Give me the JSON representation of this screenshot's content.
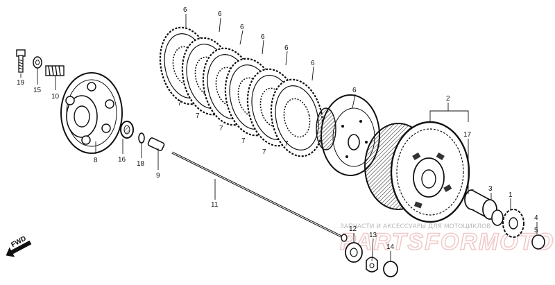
{
  "diagram": {
    "part_labels": [
      {
        "id": "p6a",
        "text": "6"
      },
      {
        "id": "p6b",
        "text": "6"
      },
      {
        "id": "p6c",
        "text": "6"
      },
      {
        "id": "p6d",
        "text": "6"
      },
      {
        "id": "p6e",
        "text": "6"
      },
      {
        "id": "p6f",
        "text": "6"
      },
      {
        "id": "p6g",
        "text": "6"
      },
      {
        "id": "p7a",
        "text": "7"
      },
      {
        "id": "p7b",
        "text": "7"
      },
      {
        "id": "p7c",
        "text": "7"
      },
      {
        "id": "p7d",
        "text": "7"
      },
      {
        "id": "p7e",
        "text": "7"
      },
      {
        "id": "p7f",
        "text": "7"
      },
      {
        "id": "p19",
        "text": "19"
      },
      {
        "id": "p15",
        "text": "15"
      },
      {
        "id": "p10",
        "text": "10"
      },
      {
        "id": "p8",
        "text": "8"
      },
      {
        "id": "p16",
        "text": "16"
      },
      {
        "id": "p18",
        "text": "18"
      },
      {
        "id": "p9",
        "text": "9"
      },
      {
        "id": "p11",
        "text": "11"
      },
      {
        "id": "p2",
        "text": "2"
      },
      {
        "id": "p17",
        "text": "17"
      },
      {
        "id": "p3",
        "text": "3"
      },
      {
        "id": "p1",
        "text": "1"
      },
      {
        "id": "p4",
        "text": "4"
      },
      {
        "id": "p5",
        "text": "5"
      },
      {
        "id": "p12",
        "text": "12"
      },
      {
        "id": "p13",
        "text": "13"
      },
      {
        "id": "p14",
        "text": "14"
      }
    ],
    "fwd_label": "FWD"
  },
  "watermark": {
    "caption": "ЗАПЧАСТИ И АКСЕССУАРЫ ДЛЯ МОТОЦИКЛОВ",
    "logo_text": "PARTSFORMOTO"
  }
}
